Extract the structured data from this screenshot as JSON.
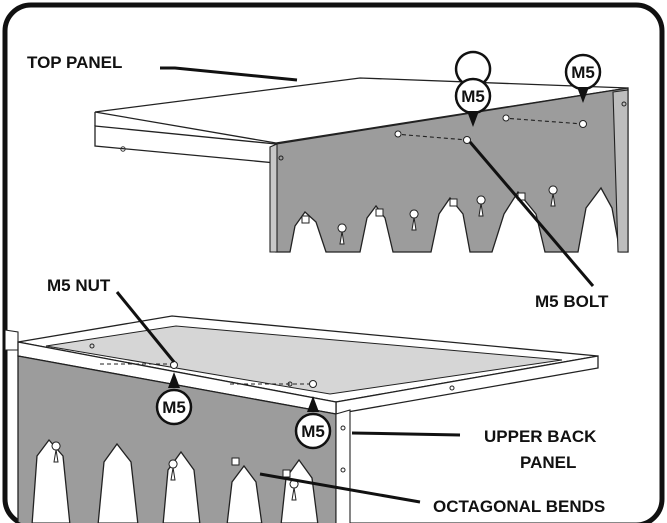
{
  "labels": {
    "top_panel": "TOP PANEL",
    "m5_nut": "M5 NUT",
    "m5_bolt": "M5 BOLT",
    "upper_back_panel_line1": "UPPER BACK",
    "upper_back_panel_line2": "PANEL",
    "octagonal_bends": "OCTAGONAL BENDS"
  },
  "badges": {
    "top_left": "M5",
    "top_right": "M5",
    "bottom_left": "M5",
    "bottom_right": "M5"
  },
  "colors": {
    "frame": "#111111",
    "panel_fill": "#9c9c9c",
    "top_fill": "#ffffff",
    "top_inner_fill": "#d4d4d4",
    "line": "#111111"
  }
}
